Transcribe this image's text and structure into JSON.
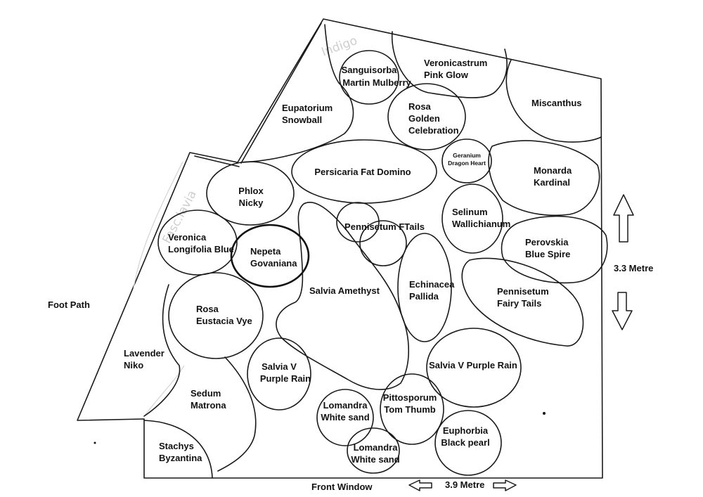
{
  "faint_labels": {
    "top": "Indigo",
    "left": "Fasc.lavia"
  },
  "plants": {
    "sanguisorba": [
      "Sanguisorba",
      "Martin Mulberry"
    ],
    "veronicastrum": [
      "Veronicastrum",
      "Pink Glow"
    ],
    "miscanthus": [
      "Miscanthus"
    ],
    "eupatorium": [
      "Eupatorium",
      "Snowball"
    ],
    "rosa_golden": [
      "Rosa",
      "Golden",
      "Celebration"
    ],
    "geranium": [
      "Geranium",
      "Dragon Heart"
    ],
    "persicaria": [
      "Persicaria Fat Domino"
    ],
    "monarda": [
      "Monarda",
      "Kardinal"
    ],
    "phlox": [
      "Phlox",
      "Nicky"
    ],
    "pennisetum_ftails": [
      "Pennisetum FTails"
    ],
    "selinum": [
      "Selinum",
      "Wallichianum"
    ],
    "perovskia": [
      "Perovskia",
      "Blue Spire"
    ],
    "veronica": [
      "Veronica",
      "Longifolia Blue"
    ],
    "nepeta": [
      "Nepeta",
      "Govaniana"
    ],
    "salvia_amethyst": [
      "Salvia Amethyst"
    ],
    "echinacea": [
      "Echinacea",
      "Pallida"
    ],
    "pennisetum_fairy": [
      "Pennisetum",
      "Fairy Tails"
    ],
    "rosa_eustacia": [
      "Rosa",
      "Eustacia Vye"
    ],
    "lavender": [
      "Lavender",
      "Niko"
    ],
    "salvia_v_small": [
      "Salvia V",
      "Purple Rain"
    ],
    "salvia_v_large": [
      "Salvia V Purple Rain"
    ],
    "sedum": [
      "Sedum",
      "Matrona"
    ],
    "pittosporum": [
      "Pittosporum",
      "Tom Thumb"
    ],
    "lomandra_1": [
      "Lomandra",
      "White sand"
    ],
    "euphorbia": [
      "Euphorbia",
      "Black pearl"
    ],
    "stachys": [
      "Stachys",
      "Byzantina"
    ],
    "lomandra_2": [
      "Lomandra",
      "White sand"
    ]
  },
  "labels": {
    "foot_path": "Foot Path",
    "front_window": "Front Window",
    "depth": "3.3 Metre",
    "width": "3.9 Metre"
  }
}
